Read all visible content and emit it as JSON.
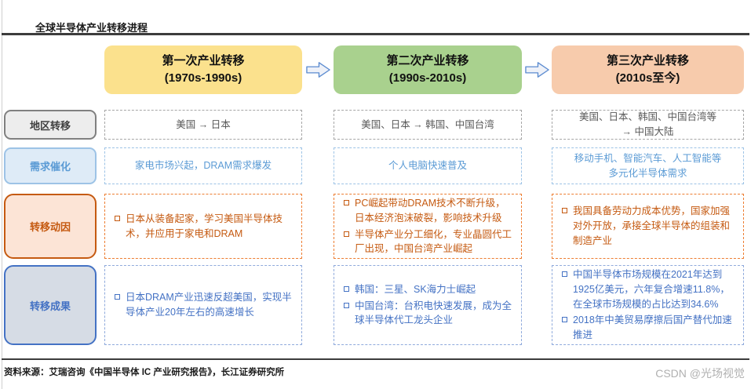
{
  "page": {
    "title": "全球半导体产业转移进程",
    "source_note": "资料来源：艾瑞咨询《中国半导体 IC 产业研究报告》，长江证券研究所",
    "watermark": "CSDN @光场视觉"
  },
  "icons": {
    "stage_arrow": "block-arrow-right",
    "bullet": "hollow-square"
  },
  "colors": {
    "stage1_fill": "#fbe18d",
    "stage2_fill": "#a9d18e",
    "stage3_fill": "#f7cbac",
    "region_accent": "#808080",
    "demand_accent": "#5b9bd5",
    "motivation_accent": "#c55a11",
    "motivation_border": "#ed7d31",
    "result_accent": "#4472c4",
    "rule_color": "#3c3c3c"
  },
  "stages": [
    {
      "title": "第一次产业转移",
      "period": "(1970s-1990s)"
    },
    {
      "title": "第二次产业转移",
      "period": "(1990s-2010s)"
    },
    {
      "title": "第三次产业转移",
      "period": "(2010s至今)"
    }
  ],
  "rows": {
    "region": {
      "label": "地区转移",
      "cells": [
        [
          "美国 → 日本"
        ],
        [
          "美国、日本 → 韩国、中国台湾"
        ],
        [
          "美国、日本、韩国、中国台湾等",
          "→ 中国大陆"
        ]
      ]
    },
    "demand": {
      "label": "需求催化",
      "cells": [
        [
          "家电市场兴起，DRAM需求爆发"
        ],
        [
          "个人电脑快速普及"
        ],
        [
          "移动手机、智能汽车、人工智能等",
          "多元化半导体需求"
        ]
      ]
    },
    "motivation": {
      "label": "转移动因",
      "cells": [
        [
          "日本从装备起家，学习美国半导体技术，并应用于家电和DRAM"
        ],
        [
          "PC崛起带动DRAM技术不断升级，日本经济泡沫破裂，影响技术升级",
          "半导体产业分工细化，专业晶圆代工厂出现，中国台湾产业崛起"
        ],
        [
          "我国具备劳动力成本优势，国家加强对外开放，承接全球半导体的组装和制造产业"
        ]
      ]
    },
    "result": {
      "label": "转移成果",
      "cells": [
        [
          "日本DRAM产业迅速反超美国，实现半导体产业20年左右的高速增长"
        ],
        [
          "韩国：三星、SK海力士崛起",
          "中国台湾：台积电快速发展，成为全球半导体代工龙头企业"
        ],
        [
          "中国半导体市场规模在2021年达到1925亿美元，六年复合增速11.8%，在全球市场规模的占比达到34.6%",
          "2018年中美贸易摩擦后国产替代加速推进"
        ]
      ]
    }
  }
}
